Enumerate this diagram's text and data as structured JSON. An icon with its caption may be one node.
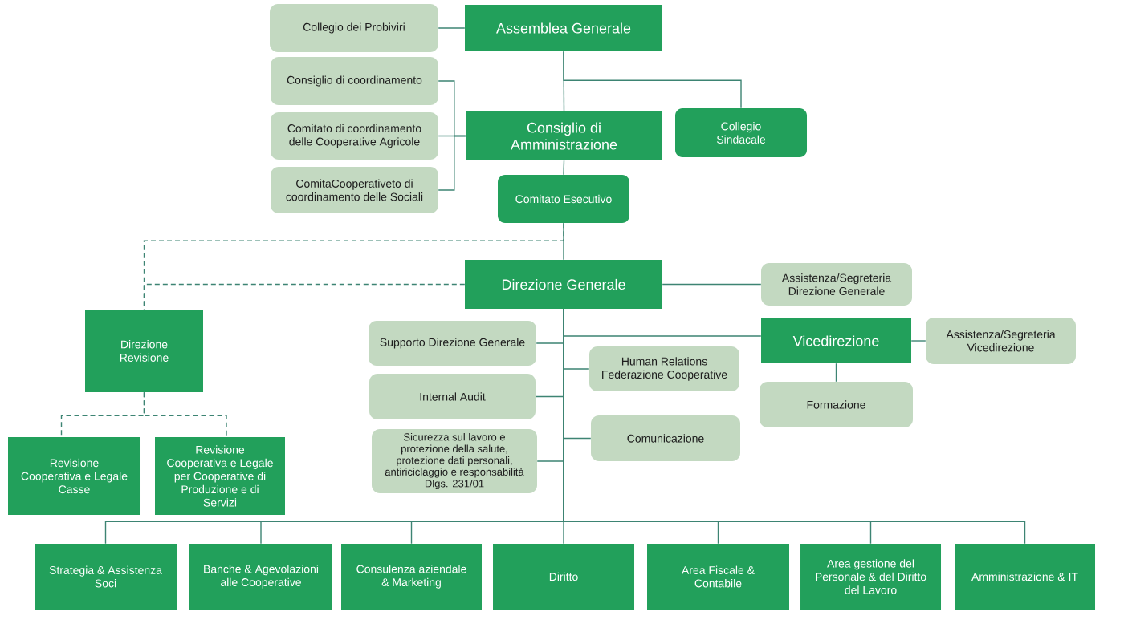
{
  "diagram": {
    "nodes": [
      {
        "text": [
          "Collegio dei Probiviri"
        ]
      },
      {
        "text": [
          "Assemblea Generale"
        ]
      },
      {
        "text": [
          "Consiglio di coordinamento"
        ]
      },
      {
        "text": [
          "Comitato di coordinamento delle Cooperative Agricole"
        ]
      },
      {
        "text": [
          "Consiglio di Amministrazione"
        ]
      },
      {
        "text": [
          "Collegio Sindacale"
        ]
      },
      {
        "text": [
          "ComitaCooperativeto di coordinamento delle Sociali"
        ]
      },
      {
        "text": [
          "Comitato Esecutivo"
        ]
      },
      {
        "text": [
          "Direzione Generale"
        ]
      },
      {
        "text": [
          "Assistenza/Segreteria Direzione Generale"
        ]
      },
      {
        "text": [
          "Direzione Revisione"
        ]
      },
      {
        "text": [
          "Supporto Direzione Generale"
        ]
      },
      {
        "text": [
          "Vicedirezione"
        ]
      },
      {
        "text": [
          "Assistenza/Segreteria Vicedirezione"
        ]
      },
      {
        "text": [
          "Human Relations Federazione Cooperative"
        ]
      },
      {
        "text": [
          "Internal Audit"
        ]
      },
      {
        "text": [
          "Formazione"
        ]
      },
      {
        "text": [
          "Comunicazione"
        ]
      },
      {
        "text": [
          "Sicurezza sul lavoro e protezione della salute, protezione dati personali, antiriciclaggio e responsabilità Dlgs. 231/01"
        ]
      },
      {
        "text": [
          "Revisione Cooperativa e Legale Casse"
        ]
      },
      {
        "text": [
          "Revisione Cooperativa e Legale per Cooperative di Produzione e di Servizi"
        ]
      },
      {
        "text": [
          "Strategia & Assistenza Soci"
        ]
      },
      {
        "text": [
          "Banche & Agevolazioni alle Cooperative"
        ]
      },
      {
        "text": [
          "Consulenza aziendale & Marketing"
        ]
      },
      {
        "text": [
          "Diritto"
        ]
      },
      {
        "text": [
          "Area Fiscale & Contabile"
        ]
      },
      {
        "text": [
          "Area gestione del Personale & del Diritto del Lavoro"
        ]
      },
      {
        "text": [
          "Amministrazione & IT"
        ]
      }
    ],
    "edges": [
      {
        "from": 1,
        "to": 0,
        "arrow": "none"
      },
      {
        "from": 1,
        "to": 4,
        "arrow": "none"
      },
      {
        "from": 1,
        "to": 5,
        "arrow": "none"
      },
      {
        "from": 4,
        "to": 2,
        "arrow": "none"
      },
      {
        "from": 4,
        "to": 3,
        "arrow": "none"
      },
      {
        "from": 4,
        "to": 6,
        "arrow": "none"
      },
      {
        "from": 4,
        "to": 7,
        "arrow": "none"
      },
      {
        "from": 7,
        "to": 8,
        "arrow": "none"
      },
      {
        "from": 7,
        "to": 10,
        "arrow": "none",
        "style": "dashed"
      },
      {
        "from": 8,
        "to": 10,
        "arrow": "none",
        "style": "dashed"
      },
      {
        "from": 8,
        "to": 9,
        "arrow": "none"
      },
      {
        "from": 8,
        "to": 11,
        "arrow": "none"
      },
      {
        "from": 8,
        "to": 12,
        "arrow": "none"
      },
      {
        "from": 12,
        "to": 13,
        "arrow": "none"
      },
      {
        "from": 12,
        "to": 16,
        "arrow": "none"
      },
      {
        "from": 8,
        "to": 14,
        "arrow": "none"
      },
      {
        "from": 8,
        "to": 15,
        "arrow": "none"
      },
      {
        "from": 8,
        "to": 17,
        "arrow": "none"
      },
      {
        "from": 8,
        "to": 18,
        "arrow": "none"
      },
      {
        "from": 10,
        "to": 19,
        "arrow": "none",
        "style": "dashed"
      },
      {
        "from": 10,
        "to": 20,
        "arrow": "none",
        "style": "dashed"
      },
      {
        "from": 8,
        "to": 21,
        "arrow": "none"
      },
      {
        "from": 8,
        "to": 22,
        "arrow": "none"
      },
      {
        "from": 8,
        "to": 23,
        "arrow": "none"
      },
      {
        "from": 8,
        "to": 24,
        "arrow": "none"
      },
      {
        "from": 8,
        "to": 25,
        "arrow": "none"
      },
      {
        "from": 8,
        "to": 26,
        "arrow": "none"
      },
      {
        "from": 8,
        "to": 27,
        "arrow": "none"
      }
    ]
  }
}
